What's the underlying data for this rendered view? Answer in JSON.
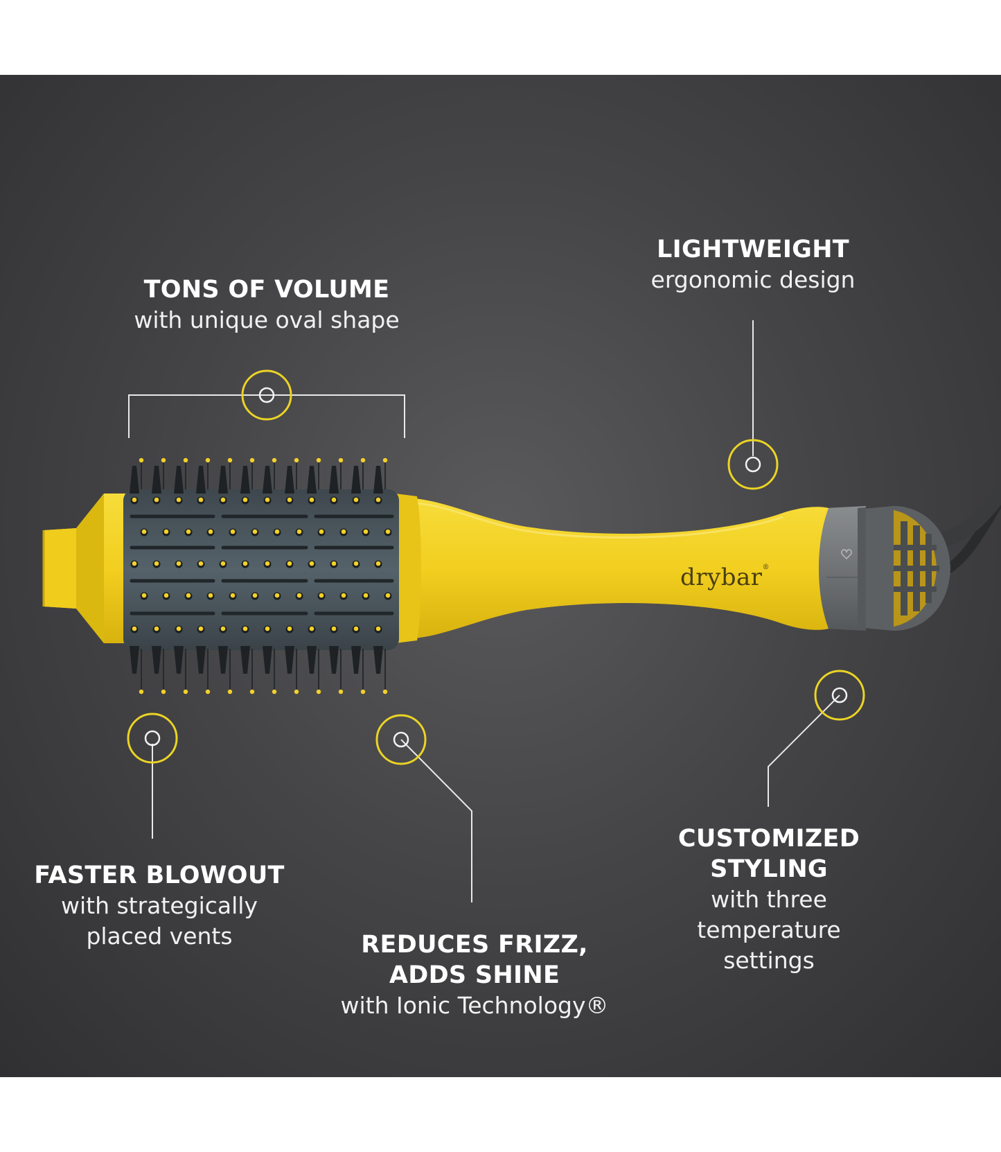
{
  "features": [
    {
      "id": "volume",
      "title": "TONS OF VOLUME",
      "subtitle": "with unique oval shape"
    },
    {
      "id": "lightweight",
      "title": "LIGHTWEIGHT",
      "subtitle": "ergonomic design"
    },
    {
      "id": "blowout",
      "title": "FASTER BLOWOUT",
      "subtitle": "with strategically\nplaced vents"
    },
    {
      "id": "frizz",
      "title": "REDUCES FRIZZ,\nADDS SHINE",
      "subtitle": "with Ionic Technology®"
    },
    {
      "id": "styling",
      "title": "CUSTOMIZED\nSTYLING",
      "subtitle": "with three\ntemperature\nsettings"
    }
  ],
  "product": {
    "brand": "drybar",
    "brand_mark": "®"
  },
  "colors": {
    "background": "#404042",
    "accent_yellow": "#f3d12a",
    "callout_ring": "#ecd425",
    "barrel_grey": "#48535a",
    "bristle_dark": "#1e2224"
  }
}
